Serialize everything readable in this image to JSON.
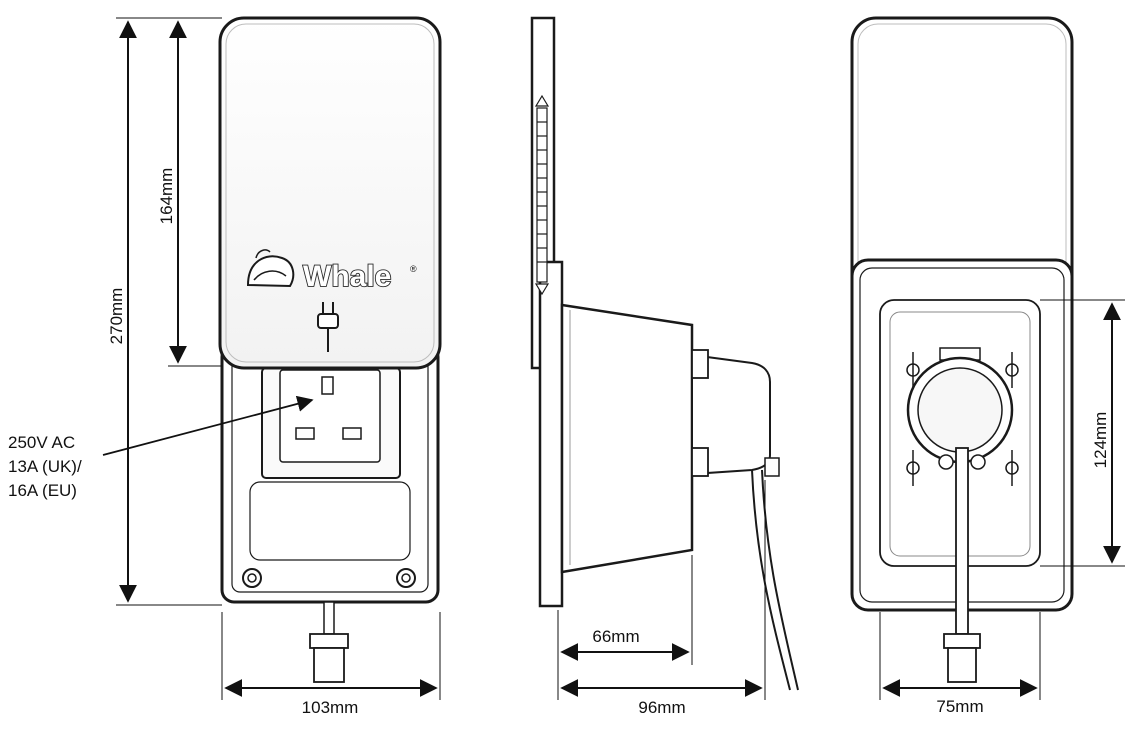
{
  "labels": {
    "height_total": "270mm",
    "height_cover": "164mm",
    "width_front": "103mm",
    "depth_body": "66mm",
    "depth_total": "96mm",
    "height_mount": "124mm",
    "width_rear": "75mm",
    "spec_line1": "250V AC",
    "spec_line2": "13A (UK)/",
    "spec_line3": "16A (EU)",
    "brand": "Whale"
  },
  "icons": {
    "logo": "whale-logo-icon",
    "plug": "plug-icon",
    "socket": "uk-socket-icon",
    "registered": "registered-mark-icon"
  },
  "colors": {
    "line": "#1a1a1a",
    "fill": "#ffffff",
    "shade": "#d9d9d9"
  }
}
